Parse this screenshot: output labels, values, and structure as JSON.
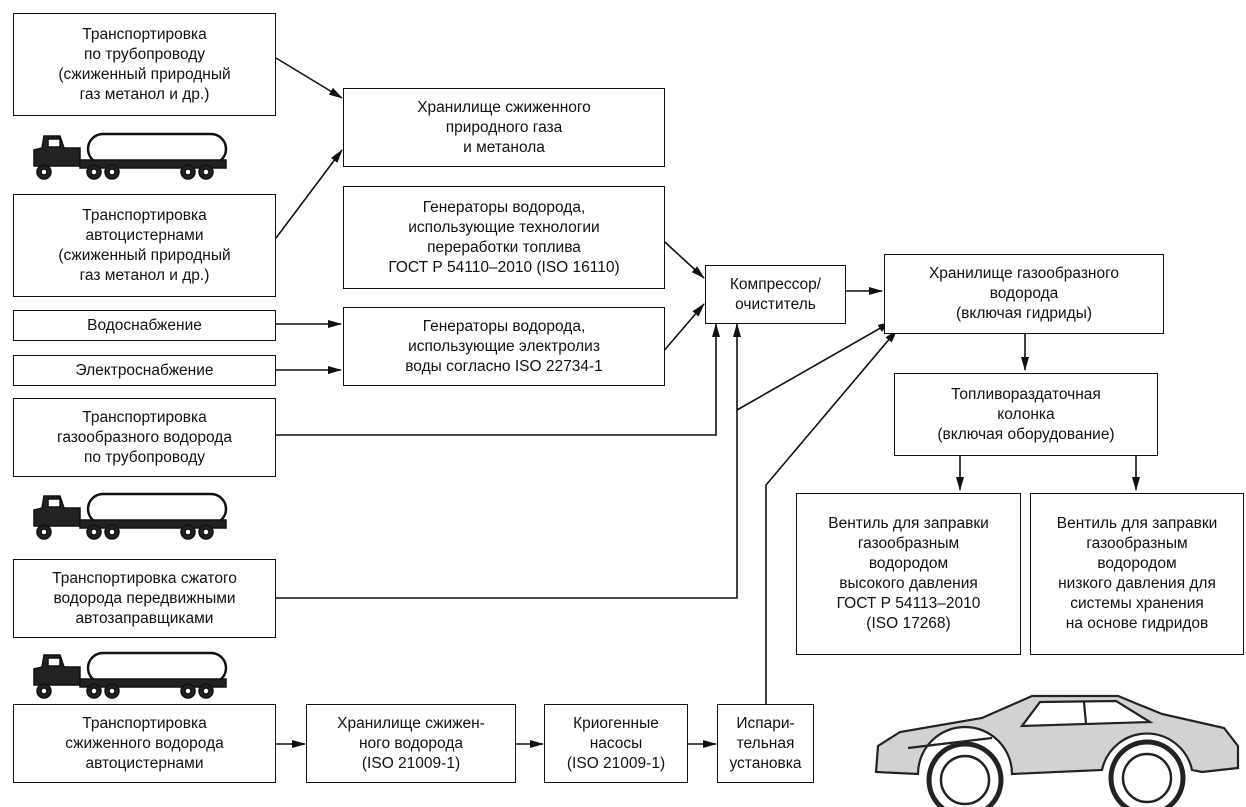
{
  "colors": {
    "line": "#111111",
    "background": "#ffffff"
  },
  "boxes": {
    "pipeline_lng": [
      "Транспортировка",
      "по трубопроводу",
      "(сжиженный природный",
      "газ метанол и др.)"
    ],
    "truck_lng": [
      "Транспортировка",
      "автоцистернами",
      "(сжиженный природный",
      "газ метанол и др.)"
    ],
    "water": [
      "Водоснабжение"
    ],
    "electricity": [
      "Электроснабжение"
    ],
    "pipeline_h2": [
      "Транспортировка",
      "газообразного водорода",
      "по трубопроводу"
    ],
    "mobile_refueler": [
      "Транспортировка сжатого",
      "водорода передвижными",
      "автозаправщиками"
    ],
    "liquid_h2_truck": [
      "Транспортировка",
      "сжиженного водорода",
      "автоцистернами"
    ],
    "lng_storage": [
      "Хранилище сжиженного",
      "природного газа",
      "и метанола"
    ],
    "fuel_processing_gen": [
      "Генераторы водорода,",
      "использующие технологии",
      "переработки топлива",
      "ГОСТ Р 54110–2010 (ISO 16110)"
    ],
    "electrolysis_gen": [
      "Генераторы водорода,",
      "использующие электролиз",
      "воды согласно ISO 22734-1"
    ],
    "compressor": [
      "Компрессор/",
      "очиститель"
    ],
    "gas_h2_storage": [
      "Хранилище газообразного",
      "водорода",
      "(включая гидриды)"
    ],
    "dispenser": [
      "Топливораздаточная",
      "колонка",
      "(включая оборудование)"
    ],
    "hp_valve": [
      "Вентиль для заправки",
      "газообразным",
      "водородом",
      "высокого давления",
      "ГОСТ Р 54113–2010",
      "(ISO 17268)"
    ],
    "lp_valve": [
      "Вентиль для заправки",
      "газообразным",
      "водородом",
      "низкого давления для",
      "системы хранения",
      "на основе гидридов"
    ],
    "lh2_storage": [
      "Хранилище сжижен-",
      "ного водорода",
      "(ISO 21009-1)"
    ],
    "cryo_pumps": [
      "Криогенные",
      "насосы",
      "(ISO 21009-1)"
    ],
    "vaporizer": [
      "Испари-",
      "тельная",
      "установка"
    ]
  },
  "icons": [
    "tanker-truck-icon",
    "tanker-truck-icon",
    "tanker-truck-icon",
    "sports-car-icon"
  ]
}
